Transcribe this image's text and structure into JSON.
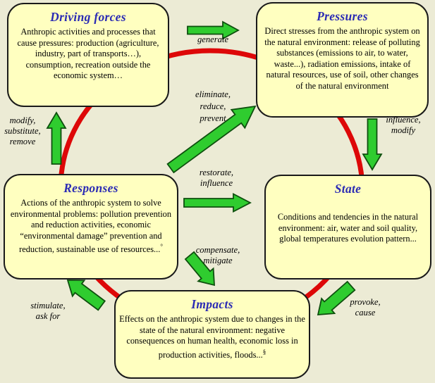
{
  "diagram": {
    "title": "DPSIR framework cycle",
    "boxes": {
      "driving_forces": {
        "title": "Driving forces",
        "body": "Anthropic activities and processes that cause pressures: production (agriculture, industry, part of transports…), consumption, recreation outside the economic system…"
      },
      "pressures": {
        "title": "Pressures",
        "body": "Direct stresses from the anthropic system on the natural environment: release of polluting substances (emissions to air, to water, waste...), radiation emissions, intake of natural resources, use of soil, other changes of the natural environment"
      },
      "responses": {
        "title": "Responses",
        "body": "Actions of the anthropic system to solve environmental problems: pollution prevention and reduction activities, economic “environmental damage” prevention and reduction, sustainable use of resources...",
        "footnote": "°"
      },
      "state": {
        "title": "State",
        "body": "Conditions and tendencies in the natural environment: air, water and soil quality, global temperatures evolution pattern..."
      },
      "impacts": {
        "title": "Impacts",
        "body": "Effects on the anthropic system due to changes in the state of the natural environment: negative consequences on human health, economic loss in production activities, floods...",
        "footnote": "§"
      }
    },
    "arrow_labels": {
      "generate": "generate",
      "eliminate": "eliminate,\nreduce,\nprevent",
      "influence_modify": "influence,\nmodify",
      "restorate": "restorate,\ninfluence",
      "modify_substitute": "modify,\nsubstitute,\nremove",
      "compensate": "compensate,\nmitigate",
      "stimulate": "stimulate,\nask for",
      "provoke": "provoke,\ncause"
    },
    "colors": {
      "background": "#ECEBD5",
      "box_fill": "#FFFFC0",
      "box_border": "#1A1A1A",
      "title_text": "#2B2BB4",
      "cycle_ring": "#DD0808",
      "arrow_fill": "#2FCC2F",
      "arrow_outline": "#0E4F0E"
    }
  }
}
